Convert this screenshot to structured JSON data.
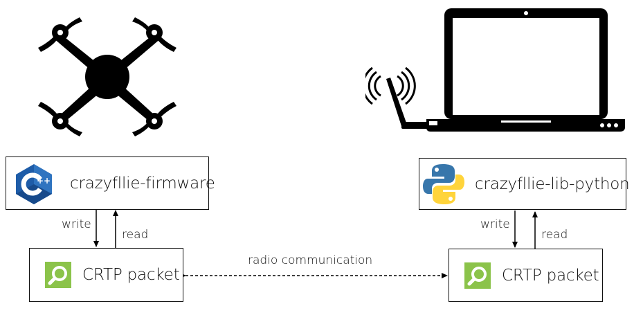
{
  "left": {
    "software_label": "crazyfllie-firmware",
    "packet_label": "CRTP packet",
    "write_label": "write",
    "read_label": "read",
    "software_icon": "cpp-logo-icon",
    "device_icon": "drone-icon"
  },
  "right": {
    "software_label": "crazyfllie-lib-python",
    "packet_label": "CRTP packet",
    "write_label": "write",
    "read_label": "read",
    "software_icon": "python-logo-icon",
    "device_icon": "laptop-icon"
  },
  "link": {
    "label": "radio communication"
  },
  "colors": {
    "packet_icon_green": "#8BC34A",
    "cpp_blue": "#1E5CA8",
    "python_blue": "#3776AB",
    "python_yellow": "#FFD43B"
  }
}
